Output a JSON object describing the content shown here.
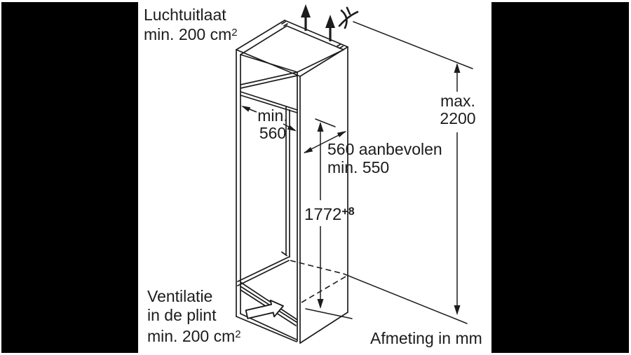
{
  "colors": {
    "frame_bars": "#000000",
    "background": "#ffffff",
    "ink": "#1c1c1c"
  },
  "icons": {
    "air_outlet_arrows": "up-arrow",
    "air_swirl": "curved-cross-airflow",
    "plinth_airflow": "hollow-block-arrow"
  },
  "labels": {
    "air_outlet": {
      "line1": "Luchtuitlaat",
      "line2": "min. 200 cm",
      "line2_sup": "2"
    },
    "niche_width": {
      "line1": "min.",
      "line2": "560"
    },
    "niche_depth": {
      "line1": "560 aanbevolen",
      "line2": "min. 550"
    },
    "niche_height": {
      "value": "1772",
      "tolerance_sup": "+8"
    },
    "max_height": {
      "line1": "max.",
      "line2": "2200"
    },
    "plinth_vent": {
      "line1": "Ventilatie",
      "line2": "in de plint",
      "line3": "min. 200 cm",
      "line3_sup": "2"
    },
    "units_note": "Afmeting in mm"
  }
}
